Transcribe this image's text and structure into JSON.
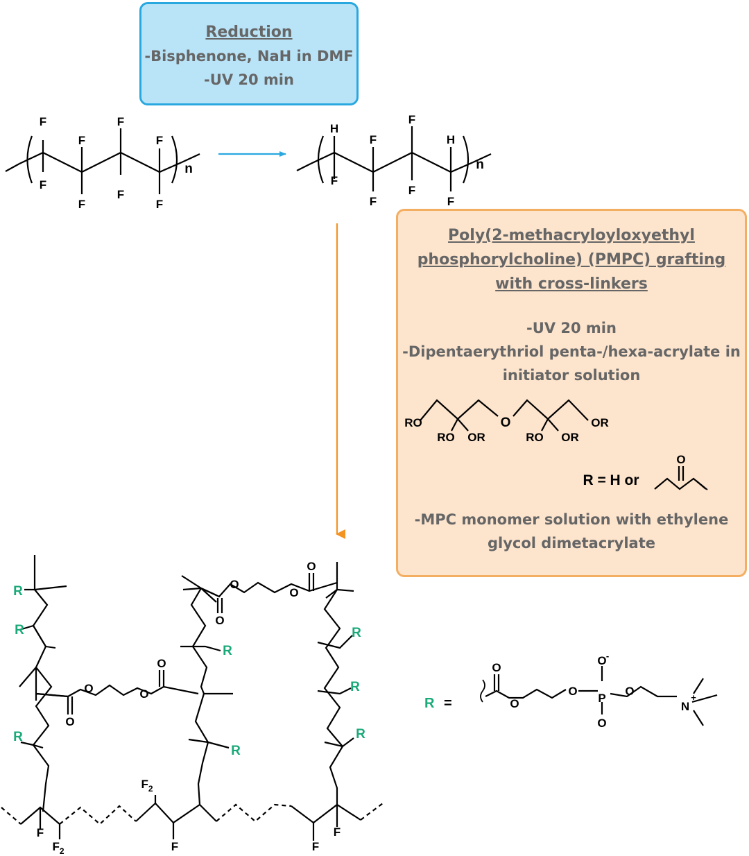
{
  "reduction_box": {
    "title": "Reduction",
    "steps": [
      "-Bisphenone, NaH in DMF",
      "-UV 20 min"
    ]
  },
  "grafting_box": {
    "title_lines": [
      "Poly(2-methacryloyloxyethyl",
      "phosphorylcholine) (PMPC) grafting",
      "with cross-linkers"
    ],
    "steps": [
      "-UV 20 min",
      "-Dipentaerythriol penta-/hexa-acrylate in",
      "initiator solution"
    ],
    "r_definition": "R = H  or",
    "monomer_lines": [
      "-MPC monomer solution with ethylene",
      "glycol dimetacrylate"
    ]
  },
  "atoms": {
    "F": "F",
    "H": "H",
    "n": "n",
    "O": "O",
    "OR": "OR",
    "RO": "RO",
    "R": "R",
    "F2": "F",
    "sub2": "2",
    "P": "P",
    "N": "N",
    "plus": "+",
    "minus": "-"
  },
  "r_equals": "R  =",
  "colors": {
    "blue_arrow": "#29a8e0",
    "orange_arrow": "#f39322",
    "r_group": "#1aa978",
    "box_text": "#666666"
  }
}
